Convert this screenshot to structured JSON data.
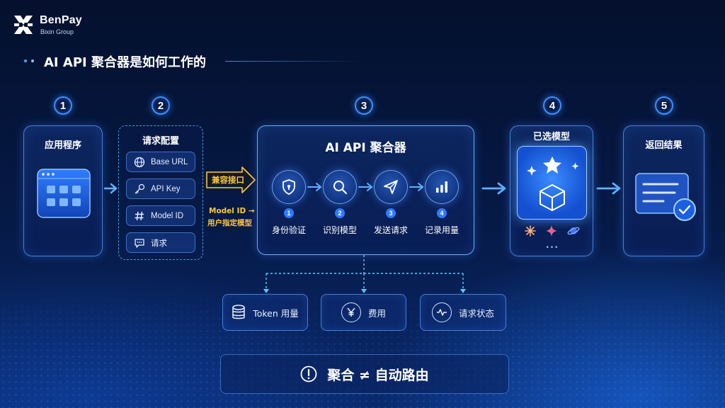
{
  "brand": {
    "name": "BenPay",
    "sub": "Bixin Group"
  },
  "title": "AI API 聚合器是如何工作的",
  "steps": [
    {
      "num": "1",
      "label": "应用程序"
    },
    {
      "num": "2",
      "label": "请求配置"
    },
    {
      "num": "3",
      "label": "AI API 聚合器"
    },
    {
      "num": "4",
      "label": "已选模型"
    },
    {
      "num": "5",
      "label": "返回结果"
    }
  ],
  "request_items": [
    {
      "icon": "globe-icon",
      "label": "Base URL"
    },
    {
      "icon": "key-icon",
      "label": "API Key"
    },
    {
      "icon": "hash-icon",
      "label": "Model ID"
    },
    {
      "icon": "chat-icon",
      "label": "请求"
    }
  ],
  "compat": {
    "label": "兼容接口",
    "note_line1": "Model ID →",
    "note_line2": "用户指定模型"
  },
  "aggregator_steps": [
    {
      "num": "1",
      "label": "身份验证",
      "icon": "shield-icon"
    },
    {
      "num": "2",
      "label": "识别模型",
      "icon": "search-icon"
    },
    {
      "num": "3",
      "label": "发送请求",
      "icon": "send-icon"
    },
    {
      "num": "4",
      "label": "记录用量",
      "icon": "bar-chart-icon"
    }
  ],
  "outputs": [
    {
      "icon": "database-icon",
      "label": "Token 用量"
    },
    {
      "icon": "yen-icon",
      "label": "费用"
    },
    {
      "icon": "pulse-icon",
      "label": "请求状态"
    }
  ],
  "model_icons": [
    "sparkle-icon",
    "gemini-star-icon",
    "planet-icon"
  ],
  "model_more": "•••",
  "footer": {
    "text": "聚合 ≠ 自动路由"
  },
  "colors": {
    "accent": "#3e8dff",
    "gold": "#ffc83a",
    "cyan": "#5fc8ff"
  }
}
